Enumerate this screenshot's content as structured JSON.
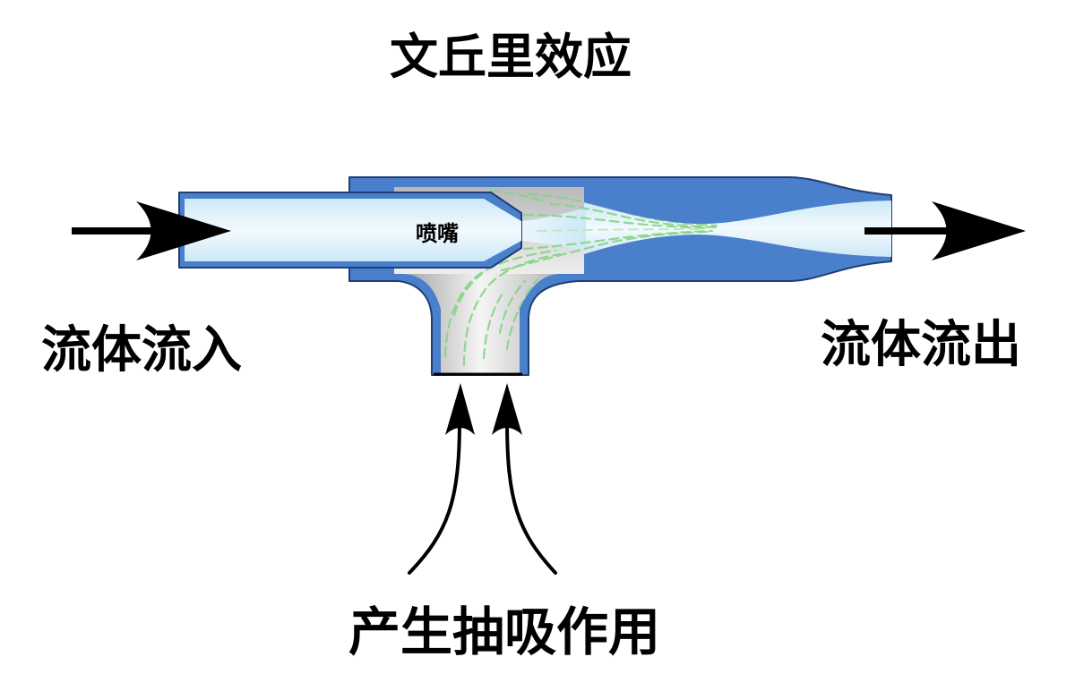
{
  "title": "文丘里效应",
  "labels": {
    "nozzle": "喷嘴",
    "fluid_in": "流体流入",
    "fluid_out": "流体流出",
    "suction": "产生抽吸作用"
  },
  "colors": {
    "wall": "#4a7fcb",
    "wall_outline": "#1f3f73",
    "fluid": "#cde8f6",
    "chamber": "#b9b9b9",
    "flow_lines": "#86d486",
    "arrows": "#000000"
  }
}
